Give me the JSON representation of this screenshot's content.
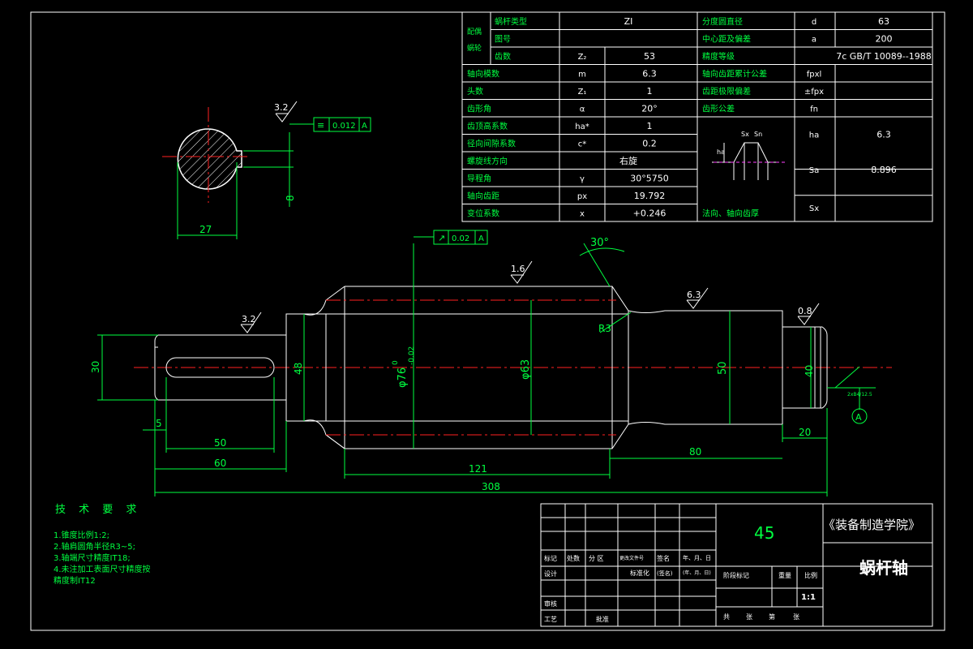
{
  "worm_table": {
    "row_header": "配偶蜗轮",
    "rows": [
      {
        "label": "蜗杆类型",
        "sym": "",
        "val": "ZI",
        "label2": "分度圆直径",
        "sym2": "d",
        "val2": "63"
      },
      {
        "label": "图号",
        "sym": "",
        "val": "",
        "label2": "中心距及偏差",
        "sym2": "a",
        "val2": "200"
      },
      {
        "label": "齿数",
        "sym": "Z₂",
        "val": "53",
        "label2": "精度等级",
        "sym2": "",
        "val2": "7c GB/T 10089--1988"
      },
      {
        "label": "轴向模数",
        "sym": "m",
        "val": "6.3",
        "label2": "轴向齿距累计公差",
        "sym2": "fpxl",
        "val2": ""
      },
      {
        "label": "头数",
        "sym": "Z₁",
        "val": "1",
        "label2": "齿距极限偏差",
        "sym2": "±fpx",
        "val2": ""
      },
      {
        "label": "齿形角",
        "sym": "α",
        "val": "20°",
        "label2": "齿形公差",
        "sym2": "fn",
        "val2": ""
      },
      {
        "label": "齿顶高系数",
        "sym": "ha*",
        "val": "1",
        "label2": "",
        "sym2": "ha",
        "val2": "6.3"
      },
      {
        "label": "径向间隙系数",
        "sym": "c*",
        "val": "0.2",
        "label2": "",
        "sym2": "",
        "val2": ""
      },
      {
        "label": "螺旋线方向",
        "sym": "",
        "val": "右旋",
        "label2": "",
        "sym2": "Sa",
        "val2": "8.896"
      },
      {
        "label": "导程角",
        "sym": "γ",
        "val": "30°5750",
        "label2": "",
        "sym2": "",
        "val2": ""
      },
      {
        "label": "轴向齿距",
        "sym": "px",
        "val": "19.792",
        "label2": "",
        "sym2": "Sx",
        "val2": ""
      },
      {
        "label": "变位系数",
        "sym": "x",
        "val": "+0.246",
        "label2": "法向、轴向齿厚",
        "sym2": "",
        "val2": ""
      }
    ],
    "profile_labels": {
      "sx": "Sx",
      "sn": "Sn",
      "ha": "ha"
    }
  },
  "dimensions": {
    "d30": "30",
    "d48": "48",
    "d76": "φ76",
    "d76_tol_upper": "0",
    "d76_tol_lower": "-0.02",
    "d63": "φ63",
    "d50": "50",
    "d40": "40",
    "l5": "5",
    "l50": "50",
    "l60": "60",
    "l121": "121",
    "l308": "308",
    "l80": "80",
    "l20": "20",
    "r3": "R3",
    "angle30": "30°",
    "key_width": "27",
    "key_depth": "8"
  },
  "roughness": {
    "r1": "3.2",
    "r2": "1.6",
    "r3": "6.3",
    "r4": "0.8",
    "r5": "3.2"
  },
  "tolerances": {
    "sym1": {
      "symbol": "≡",
      "value": "0.012",
      "datum": "A"
    },
    "runout": {
      "symbol": "↗",
      "value": "0.02",
      "datum": "A"
    },
    "datum_label": "A",
    "center_hole": "2xB4/12.5"
  },
  "tech_requirements": {
    "title": "技 术 要 求",
    "items": [
      "1.锥度比例1:2;",
      "2.轴肩圆角半径R3~5;",
      "3.轴端尺寸精度IT18;",
      "4.未注加工表面尺寸精度按",
      "精度制IT12"
    ]
  },
  "title_block": {
    "material": "45",
    "school": "《装备制造学院》",
    "part_name": "蜗杆轴",
    "scale": "1:1",
    "labels": {
      "mark": "标记",
      "count": "处数",
      "zone": "分 区",
      "docno": "更改文件号",
      "sign": "签名",
      "date": "年、月、日",
      "design": "设计",
      "std": "标准化",
      "sign2": "(签名)",
      "date2": "(年、月、日)",
      "stage": "阶段标记",
      "weight": "重量",
      "ratio": "比例",
      "review": "审核",
      "process": "工艺",
      "approve": "批准",
      "total": "共",
      "sheets": "张",
      "page": "第",
      "sheet2": "张"
    }
  }
}
